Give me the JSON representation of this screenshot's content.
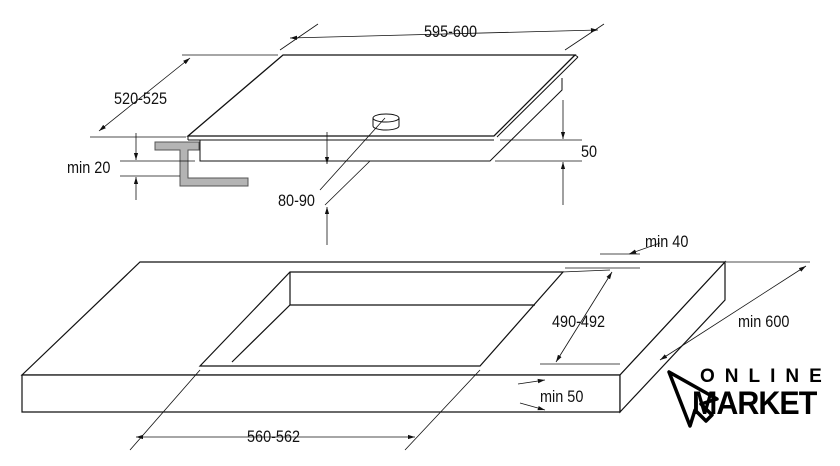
{
  "dimensions": {
    "hob_width": "595-600",
    "hob_depth": "520-525",
    "min_20": "min 20",
    "depth_below": "80-90",
    "hob_height": "50",
    "min_40": "min 40",
    "cutout_depth": "490-492",
    "worktop_depth": "min 600",
    "min_50": "min 50",
    "cutout_width": "560-562"
  },
  "logo": {
    "line1": "ONLINE",
    "line2": "MARKET"
  },
  "colors": {
    "line": "#111111",
    "bracket": "#b4b4b4"
  }
}
